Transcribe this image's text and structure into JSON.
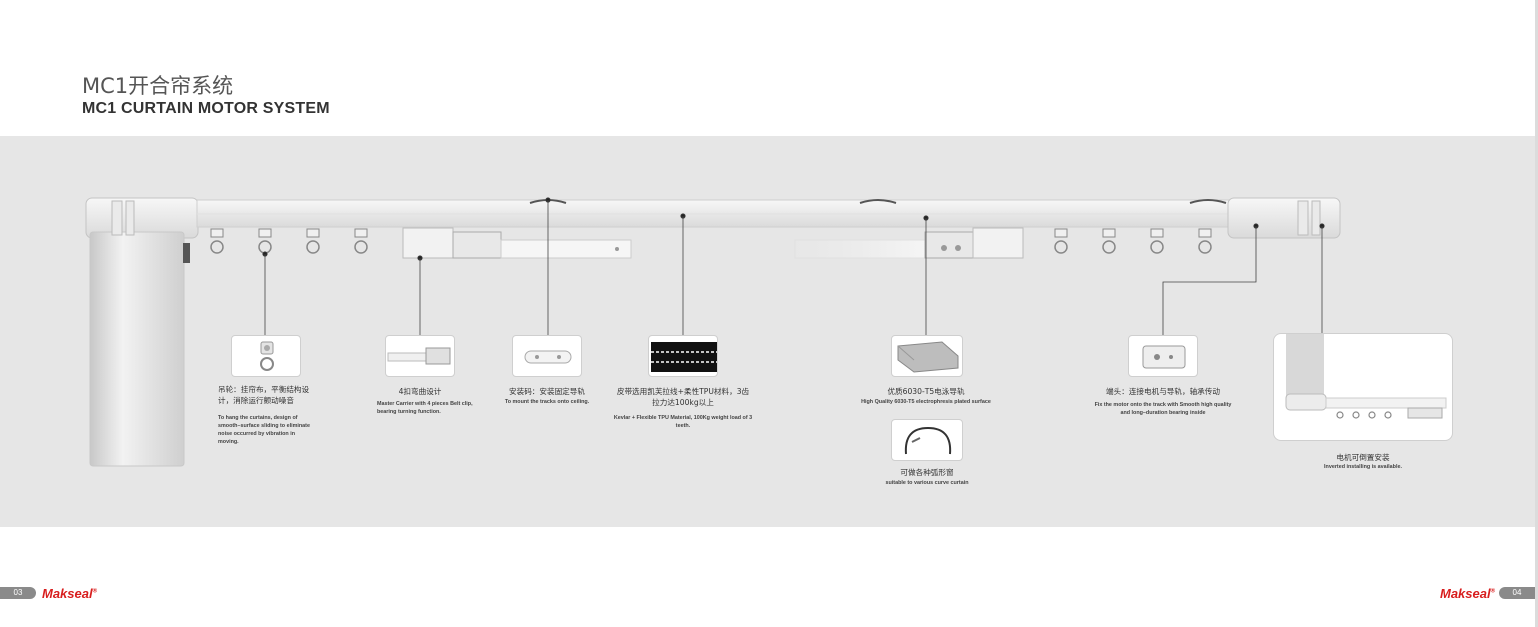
{
  "header": {
    "title_zh": "MC1开合帘系统",
    "title_en": "MC1 CURTAIN MOTOR SYSTEM"
  },
  "annotations": {
    "pulley": {
      "zh": "吊轮：挂帘布，平衡结构设计，消除运行颤动噪音",
      "en": "To hang the curtains, design of smooth–surface sliding to eliminate noise occurred by vibration in moving."
    },
    "master_carrier": {
      "zh": "4扣弯曲设计",
      "en": "Master Carrier with 4 pieces Belt clip, bearing turning function."
    },
    "mount_code": {
      "zh": "安装码：安装固定导轨",
      "en": "To mount the tracks onto ceiling."
    },
    "belt": {
      "zh": "皮带选用凯芙拉线+柔性TPU材料，3齿拉力达100kg以上",
      "en": "Kevlar + Flexible TPU Material, 100Kg weight load of 3 teeth."
    },
    "track": {
      "zh": "优质6030-T5电泳导轨",
      "en": "High Quality 6030-T5 electrophresis plated surface"
    },
    "curve": {
      "zh": "可做各种弧形窗",
      "en": "suitable to various curve curtain"
    },
    "end_cap": {
      "zh": "端头：连接电机与导轨，轴承传动",
      "en": "Fix the motor onto the track with Smooth high quality and long–duration bearing inside"
    },
    "inverted": {
      "zh": "电机可倒置安装",
      "en": "Inverted installing is available."
    }
  },
  "footer": {
    "page_left": "03",
    "page_right": "04",
    "brand": "Makseal",
    "brand_mark": "®"
  },
  "colors": {
    "band": "#e6e6e6",
    "brand_red": "#d81e1e",
    "pill_gray": "#8a8a8a"
  }
}
